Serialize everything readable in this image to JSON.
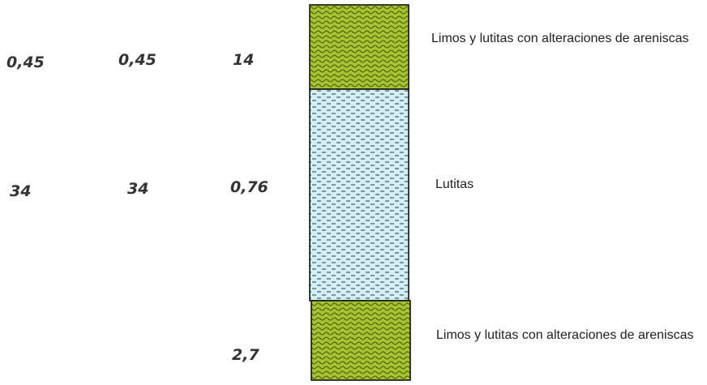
{
  "colors": {
    "limos_fill": "#a8c232",
    "limos_wave": "#3f5a0c",
    "lutitas_fill": "#d4eef6",
    "lutitas_dash": "#2a3a44",
    "outline": "#111111",
    "text": "#222222",
    "numbers": "#333333"
  },
  "layers": [
    {
      "lithology": "limos",
      "description": "Limos y lutitas con alteraciones de areniscas",
      "values": [
        "0,45",
        "0,45",
        "14"
      ]
    },
    {
      "lithology": "lutitas",
      "description": "Lutitas",
      "values": [
        "34",
        "34",
        "0,76"
      ]
    },
    {
      "lithology": "limos",
      "description": "Limos y lutitas con alteraciones de areniscas",
      "values": [
        "",
        "",
        "2,7"
      ]
    }
  ]
}
